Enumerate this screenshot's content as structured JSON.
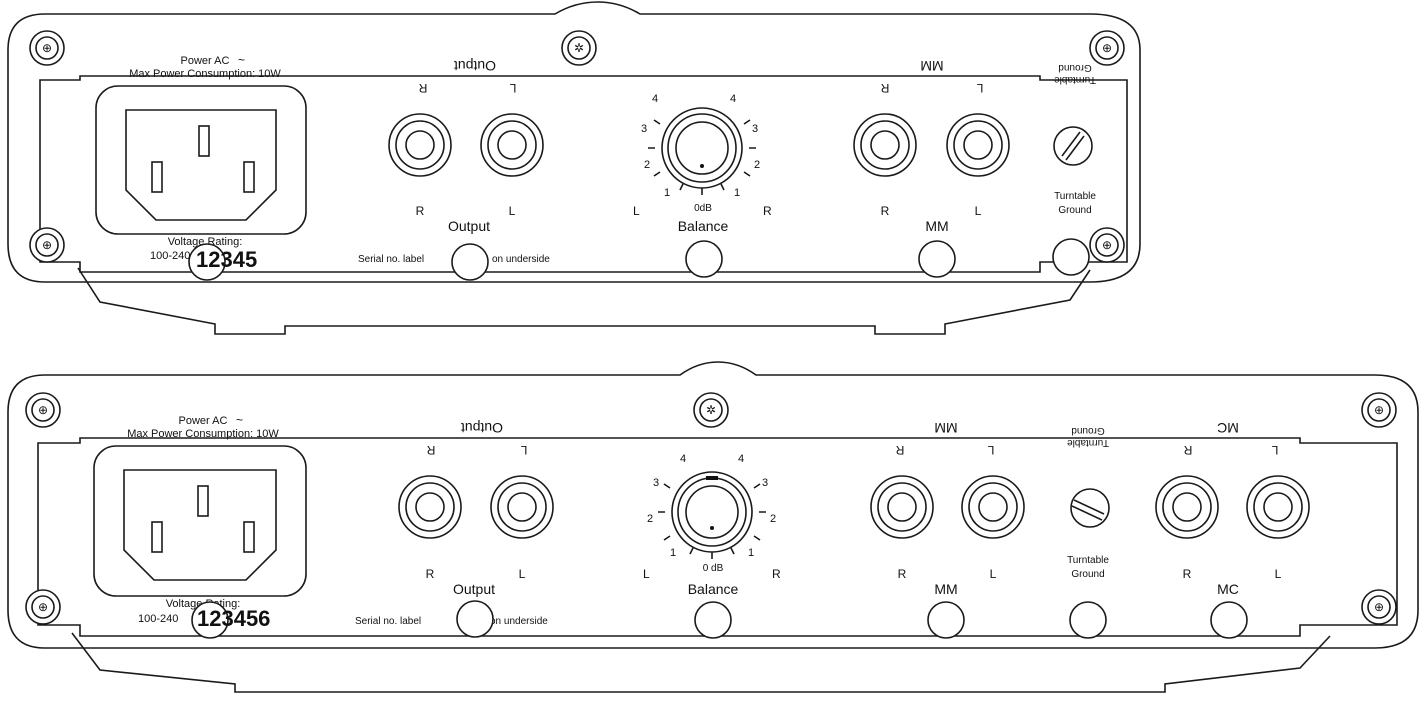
{
  "panels": [
    {
      "power_label": "Power AC",
      "power_symbol": "~",
      "max_power": "Max Power Consumption: 10W",
      "voltage_top": "Voltage Rating:",
      "voltage_bottom": "100-240",
      "output_title": "Output",
      "output_r": "R",
      "output_l": "L",
      "output_r_front": "R",
      "output_l_front": "L",
      "output_callout": "Output",
      "serial_left": "Serial no. label",
      "serial_right": "on underside",
      "model_number": "12345",
      "balance_callout": "Balance",
      "balance_0db": "0dB",
      "balance_left": "L",
      "balance_right": "R",
      "scale_ticks": [
        "1",
        "2",
        "3",
        "4"
      ],
      "mm_title": "MM",
      "mm_r": "R",
      "mm_l": "L",
      "mm_r_front": "R",
      "mm_l_front": "L",
      "mm_callout": "MM",
      "ground_top_1": "Turntable",
      "ground_top_2": "Ground",
      "ground_bottom_1": "Turntable",
      "ground_bottom_2": "Ground"
    },
    {
      "power_label": "Power AC",
      "power_symbol": "~",
      "max_power": "Max Power Consumption: 10W",
      "voltage_top": "Voltage Rating:",
      "voltage_bottom": "100-240",
      "output_title": "Output",
      "output_r": "R",
      "output_l": "L",
      "output_r_front": "R",
      "output_l_front": "L",
      "output_callout": "Output",
      "serial_left": "Serial no. label",
      "serial_right": "on underside",
      "model_number": "123456",
      "balance_callout": "Balance",
      "balance_0db": "0 dB",
      "balance_left": "L",
      "balance_right": "R",
      "scale_ticks": [
        "1",
        "2",
        "3",
        "4"
      ],
      "mm_title": "MM",
      "mm_r": "R",
      "mm_l": "L",
      "mm_r_front": "R",
      "mm_l_front": "L",
      "mm_callout": "MM",
      "ground_top_1": "Turntable",
      "ground_top_2": "Ground",
      "ground_bottom_1": "Turntable",
      "ground_bottom_2": "Ground",
      "mc_title": "MC",
      "mc_r": "R",
      "mc_l": "L",
      "mc_r_front": "R",
      "mc_l_front": "L",
      "mc_callout": "MC"
    }
  ]
}
